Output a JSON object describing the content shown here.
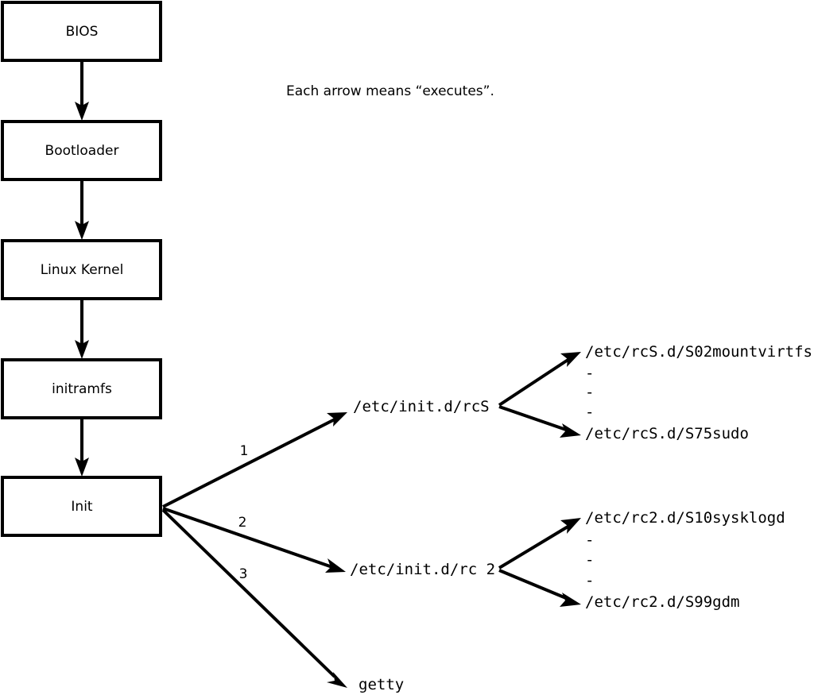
{
  "caption": {
    "text": "Each arrow means “executes”."
  },
  "boot_chain": {
    "boxes": [
      {
        "label": "BIOS"
      },
      {
        "label": "Bootloader"
      },
      {
        "label": "Linux Kernel"
      },
      {
        "label": "initramfs"
      },
      {
        "label": "Init"
      }
    ]
  },
  "init_branches": {
    "numbers": [
      "1",
      "2",
      "3"
    ],
    "targets": [
      {
        "label": "/etc/init.d/rcS"
      },
      {
        "label": "/etc/init.d/rc 2"
      },
      {
        "label": "getty"
      }
    ]
  },
  "rcs_scripts": {
    "first": "/etc/rcS.d/S02mountvirtfs",
    "ellipsis": [
      "-",
      "-",
      "-"
    ],
    "last": "/etc/rcS.d/S75sudo"
  },
  "rc2_scripts": {
    "first": "/etc/rc2.d/S10sysklogd",
    "ellipsis": [
      "-",
      "-",
      "-"
    ],
    "last": "/etc/rc2.d/S99gdm"
  },
  "colors": {
    "stroke": "#000000",
    "fill": "#ffffff"
  }
}
